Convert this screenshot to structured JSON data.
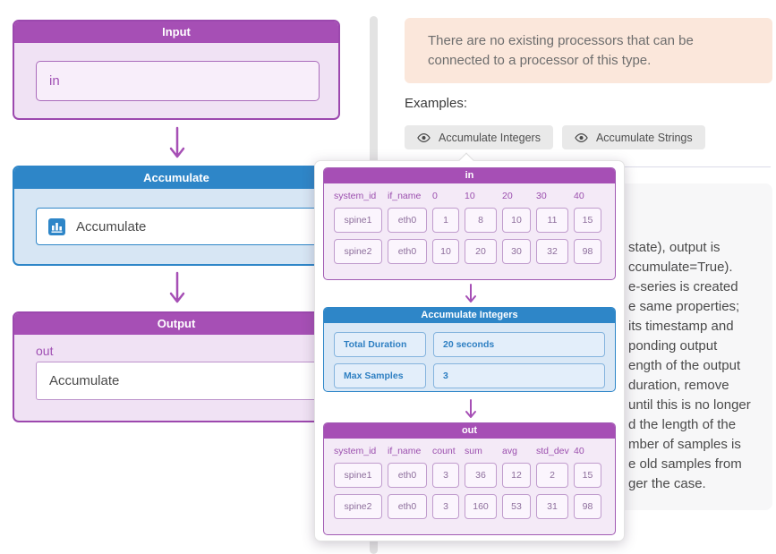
{
  "flow": {
    "input_node": {
      "title": "Input",
      "field_value": "in"
    },
    "accum_node": {
      "title": "Accumulate",
      "field_value": "Accumulate"
    },
    "output_node": {
      "title": "Output",
      "port_label": "out",
      "field_value": "Accumulate"
    }
  },
  "panel": {
    "notice_text": "There are no existing processors that can be connected to a processor of this type.",
    "examples_label": "Examples:",
    "example_buttons": [
      {
        "label": "Accumulate Integers"
      },
      {
        "label": "Accumulate Strings"
      }
    ],
    "description_fragments": [
      "state), output is",
      "ccumulate=True).",
      "e-series is created",
      "e same properties;",
      "its timestamp and",
      "ponding output",
      "ength of the output",
      "duration, remove",
      "until this is no longer",
      "d the length of the",
      "mber of samples is",
      "e old samples from",
      "ger the case."
    ]
  },
  "popup": {
    "in_table": {
      "title": "in",
      "columns": [
        "system_id",
        "if_name",
        "0",
        "10",
        "20",
        "30",
        "40"
      ],
      "rows": [
        [
          "spine1",
          "eth0",
          "1",
          "8",
          "10",
          "11",
          "15"
        ],
        [
          "spine2",
          "eth0",
          "10",
          "20",
          "30",
          "32",
          "98"
        ]
      ]
    },
    "processor": {
      "title": "Accumulate Integers",
      "properties": [
        {
          "name": "Total Duration",
          "value": "20 seconds"
        },
        {
          "name": "Max Samples",
          "value": "3"
        }
      ]
    },
    "out_table": {
      "title": "out",
      "columns": [
        "system_id",
        "if_name",
        "count",
        "sum",
        "avg",
        "std_dev",
        "40"
      ],
      "rows": [
        [
          "spine1",
          "eth0",
          "3",
          "36",
          "12",
          "2",
          "15"
        ],
        [
          "spine2",
          "eth0",
          "3",
          "160",
          "53",
          "31",
          "98"
        ]
      ]
    }
  },
  "colors": {
    "purple_header": "#a64fb5",
    "purple_border": "#9c48ae",
    "purple_body": "#f0e2f4",
    "blue_header": "#2e86c8",
    "blue_body": "#d7e6f4",
    "notice_bg": "#fbe7db",
    "button_bg": "#e9e9e9",
    "panel_bg": "#f7f7f8"
  }
}
